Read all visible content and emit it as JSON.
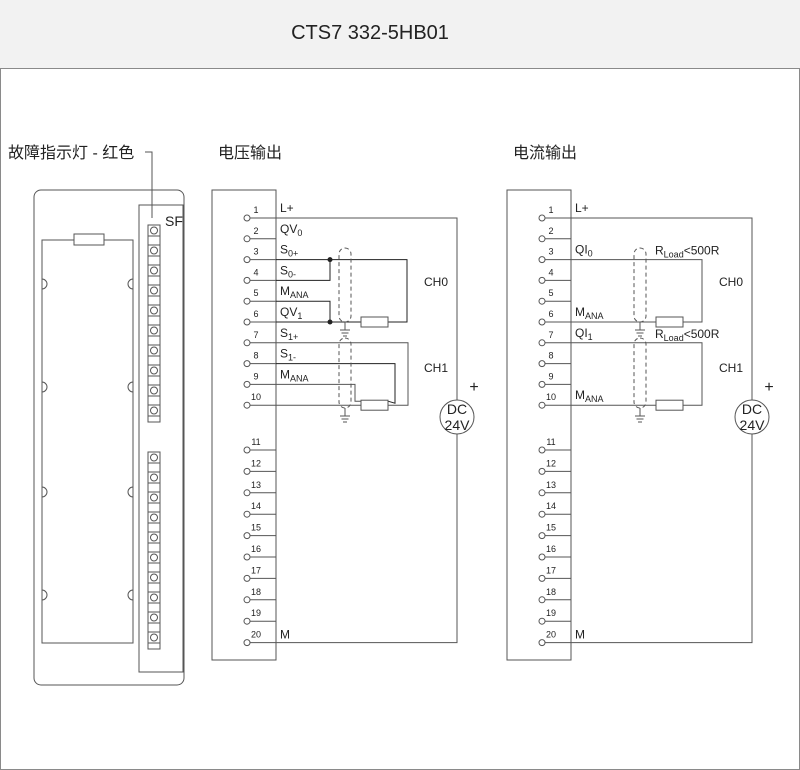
{
  "header": {
    "title": "CTS7 332-5HB01"
  },
  "module": {
    "fault_label": "故障指示灯 - 红色",
    "sf_label": "SF"
  },
  "voltage": {
    "title": "电压输出",
    "pins": [
      "1",
      "2",
      "3",
      "4",
      "5",
      "6",
      "7",
      "8",
      "9",
      "10",
      "11",
      "12",
      "13",
      "14",
      "15",
      "16",
      "17",
      "18",
      "19",
      "20"
    ],
    "labels": [
      {
        "main": "L+",
        "sub": ""
      },
      {
        "main": "QV",
        "sub": "0"
      },
      {
        "main": "S",
        "sub": "0+"
      },
      {
        "main": "S",
        "sub": "0-"
      },
      {
        "main": "M",
        "sub": "ANA"
      },
      {
        "main": "QV",
        "sub": "1"
      },
      {
        "main": "S",
        "sub": "1+"
      },
      {
        "main": "S",
        "sub": "1-"
      },
      {
        "main": "M",
        "sub": "ANA"
      },
      {
        "main": "M",
        "sub": ""
      }
    ],
    "ch0": "CH0",
    "ch1": "CH1",
    "supply_plus": "+",
    "supply_line1": "DC",
    "supply_line2": "24V"
  },
  "current": {
    "title": "电流输出",
    "pins": [
      "1",
      "2",
      "3",
      "4",
      "5",
      "6",
      "7",
      "8",
      "9",
      "10",
      "11",
      "12",
      "13",
      "14",
      "15",
      "16",
      "17",
      "18",
      "19",
      "20"
    ],
    "labels": [
      {
        "main": "L+",
        "sub": ""
      },
      {
        "main": "QI",
        "sub": "0"
      },
      {
        "main": "M",
        "sub": "ANA"
      },
      {
        "main": "QI",
        "sub": "1"
      },
      {
        "main": "M",
        "sub": "ANA"
      },
      {
        "main": "M",
        "sub": ""
      }
    ],
    "load_label": {
      "main": "R",
      "sub": "Load",
      "tail": "<500R"
    },
    "ch0": "CH0",
    "ch1": "CH1",
    "supply_plus": "+",
    "supply_line1": "DC",
    "supply_line2": "24V"
  }
}
